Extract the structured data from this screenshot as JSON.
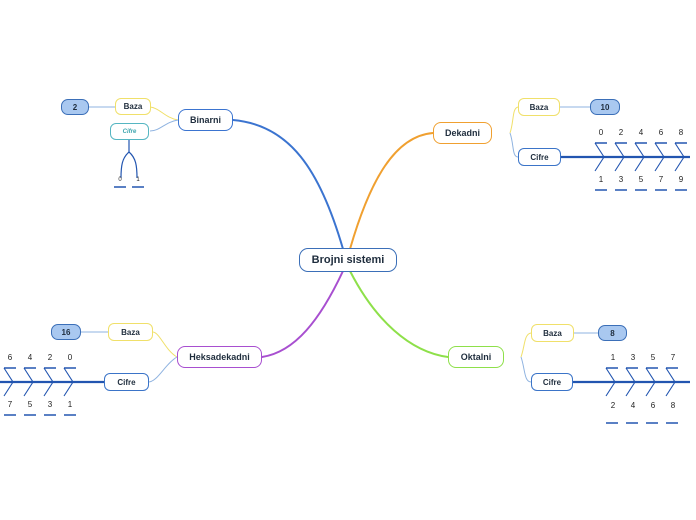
{
  "central": {
    "label": "Brojni sistemi"
  },
  "colors": {
    "binarni": "#3b74d0",
    "dekadni": "#f0a030",
    "heksadekadni": "#a84fd0",
    "oktalni": "#8ee04a",
    "baza_link": "#f0e06a",
    "cifre_link": "#8fb3e0",
    "cifre_spine": "#2255b0"
  },
  "branches": {
    "binarni": {
      "label": "Binarni",
      "baza_label": "Baza",
      "baza_value": "2",
      "cifre_label": "Cifre",
      "digits": [
        "0",
        "1"
      ]
    },
    "dekadni": {
      "label": "Dekadni",
      "baza_label": "Baza",
      "baza_value": "10",
      "cifre_label": "Cifre",
      "digits_top": [
        "0",
        "2",
        "4",
        "6",
        "8"
      ],
      "digits_bottom": [
        "1",
        "3",
        "5",
        "7",
        "9"
      ]
    },
    "heksadekadni": {
      "label": "Heksadekadni",
      "baza_label": "Baza",
      "baza_value": "16",
      "cifre_label": "Cifre",
      "digits_top": [
        "6",
        "4",
        "2",
        "0"
      ],
      "digits_bottom": [
        "7",
        "5",
        "3",
        "1"
      ]
    },
    "oktalni": {
      "label": "Oktalni",
      "baza_label": "Baza",
      "baza_value": "8",
      "cifre_label": "Cifre",
      "digits_top": [
        "1",
        "3",
        "5",
        "7"
      ],
      "digits_bottom": [
        "2",
        "4",
        "6",
        "8"
      ]
    }
  }
}
